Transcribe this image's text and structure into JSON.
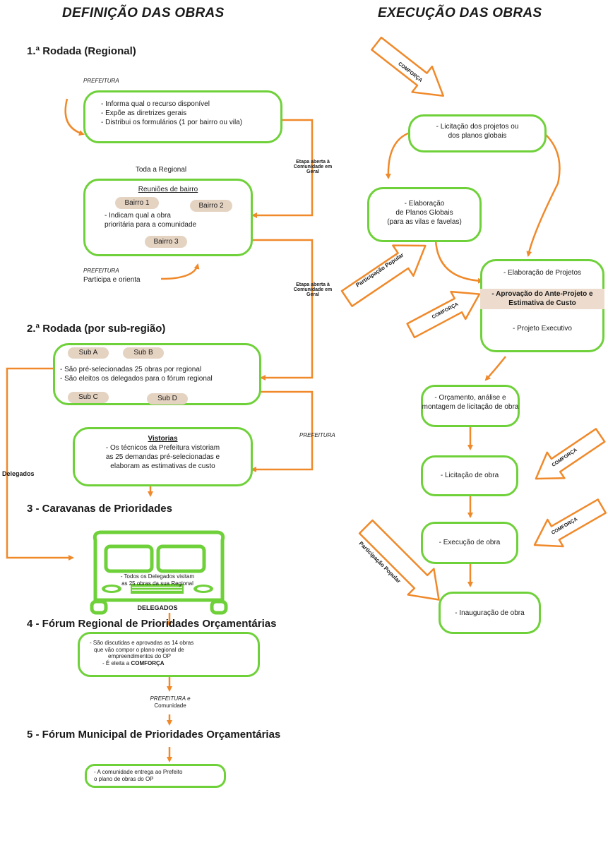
{
  "left_title": "DEFINIÇÃO DAS OBRAS",
  "right_title": "EXECUÇÃO DAS OBRAS",
  "rodada1": {
    "title": "1.ª Rodada (Regional)",
    "prefeitura_label": "PREFEITURA",
    "box_lines": [
      "- Informa qual o recurso disponível",
      "- Expõe as diretrizes gerais",
      "- Distribui os formulários (1 por bairro ou vila)"
    ],
    "toda_regional": "Toda a Regional",
    "reunioes": "Reuniões de bairro",
    "bairros": [
      "Bairro 1",
      "Bairro 2",
      "Bairro 3"
    ],
    "meeting_lines": [
      "- Indicam qual a obra",
      "prioritária para a comunidade"
    ],
    "prefeitura2": "PREFEITURA",
    "participa": "Participa e orienta",
    "etapa1": [
      "Etapa aberta à",
      "Comunidade em",
      "Geral"
    ],
    "etapa2": [
      "Etapa aberta à",
      "Comunidade em",
      "Geral"
    ]
  },
  "rodada2": {
    "title": "2.ª Rodada (por sub-região)",
    "subs": [
      "Sub A",
      "Sub B",
      "Sub C",
      "Sub D"
    ],
    "box_lines": [
      "- São pré-selecionadas 25 obras por regional",
      "- São eleitos os delegados para o fórum regional"
    ],
    "vistorias_title": "Vistorias",
    "vistorias_lines": [
      "- Os técnicos da Prefeitura vistoriam",
      "as 25 demandas pré-selecionadas e",
      "elaboram as estimativas de custo"
    ],
    "prefeitura_label": "PREFEITURA",
    "delegados": "Delegados"
  },
  "caravanas": {
    "title": "3 - Caravanas de Prioridades",
    "bus_lines": [
      "- Todos os Delegados visitam",
      "as 25 obras da sua Regional"
    ],
    "bus_label": "DELEGADOS"
  },
  "forum_regional": {
    "title": "4 - Fórum Regional de Prioridades Orçamentárias",
    "box_lines": [
      "- São discutidas e aprovadas as 14 obras",
      "que vão compor o plano  regional de",
      "empreendimentos do OP"
    ],
    "eleita_prefix": "- É eleita a ",
    "eleita_bold": "COMFORÇA",
    "pref_com": [
      "PREFEITURA e",
      "Comunidade"
    ]
  },
  "forum_municipal": {
    "title": "5 - Fórum Municipal de Prioridades Orçamentárias",
    "box_lines": [
      "- A comunidade entrega ao Prefeito",
      "o plano de obras do OP"
    ]
  },
  "execucao": {
    "comforca": "COMFORÇA",
    "participacao": "Participação Popular",
    "licitacao_projetos": [
      "- Licitação dos projetos ou",
      "dos planos globais"
    ],
    "planos_globais": [
      "- Elaboração",
      "de Planos Globais",
      "(para as vilas e favelas)"
    ],
    "projetos_top": "- Elaboração de Projetos",
    "projetos_hilite": [
      "- Aprovação do Ante-Projeto e",
      "Estimativa de Custo"
    ],
    "projetos_bottom": "- Projeto Executivo",
    "orcamento": [
      "- Orçamento, análise e",
      "montagem de licitação de obra"
    ],
    "licitacao_obra": "- Licitação de obra",
    "execucao_obra": "- Execução de obra",
    "inauguracao": "- Inauguração de obra"
  },
  "colors": {
    "green": "#6fd13a",
    "orange": "#f0892a",
    "beige": "#e5d3c2"
  }
}
